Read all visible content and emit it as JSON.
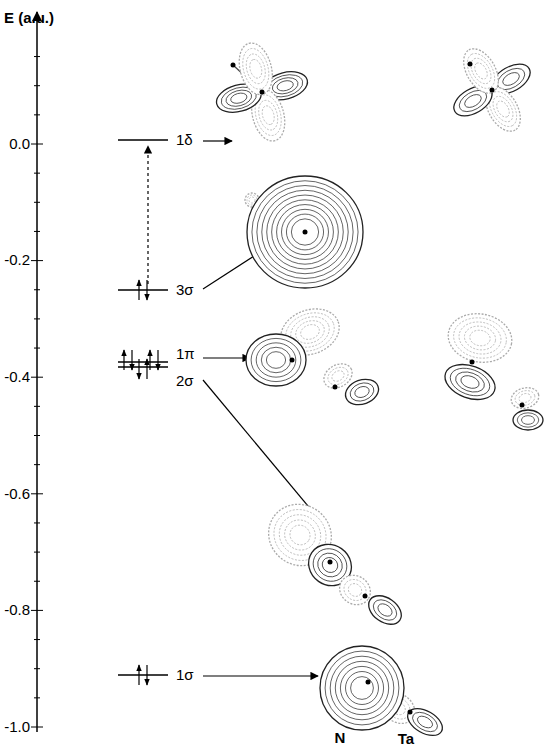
{
  "diagram": {
    "labels": [
      "E (a.u.)",
      "0.0",
      "-0.2",
      "-0.4",
      "-0.6",
      "-0.8",
      "-1.0",
      "1δ",
      "3σ",
      "1π",
      "2σ",
      "1σ",
      "N",
      "Ta"
    ]
  }
}
